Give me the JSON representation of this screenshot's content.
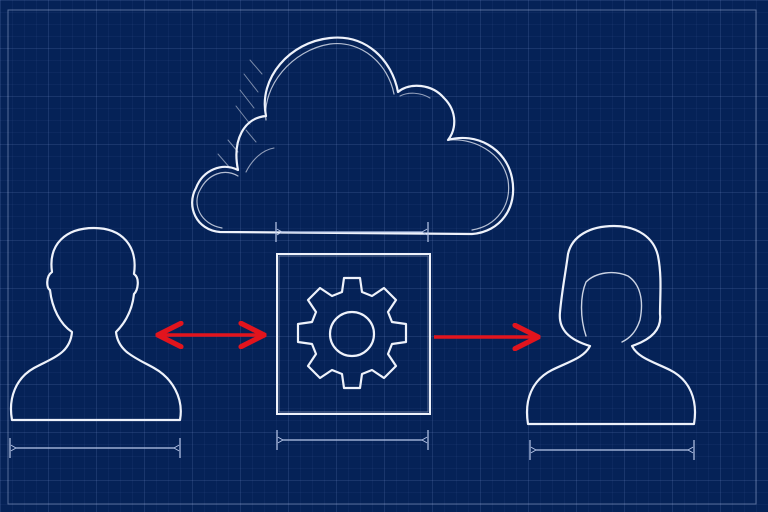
{
  "diagram": {
    "nodes": [
      {
        "id": "cloud",
        "icon": "cloud-icon"
      },
      {
        "id": "processor",
        "icon": "gear-icon"
      },
      {
        "id": "user-left",
        "icon": "male-user-icon"
      },
      {
        "id": "user-right",
        "icon": "female-user-icon"
      }
    ],
    "connections": [
      {
        "from": "user-left",
        "to": "processor",
        "direction": "bidirectional",
        "color": "#e2141d"
      },
      {
        "from": "processor",
        "to": "user-right",
        "direction": "forward",
        "color": "#e2141d"
      }
    ],
    "dimension_markers": [
      "cloud-base",
      "processor-base",
      "user-left-base",
      "user-right-base"
    ]
  },
  "colors": {
    "background": "#052257",
    "line": "#eef2fb",
    "dimension": "#b9c8ea",
    "arrow": "#e2141d"
  }
}
